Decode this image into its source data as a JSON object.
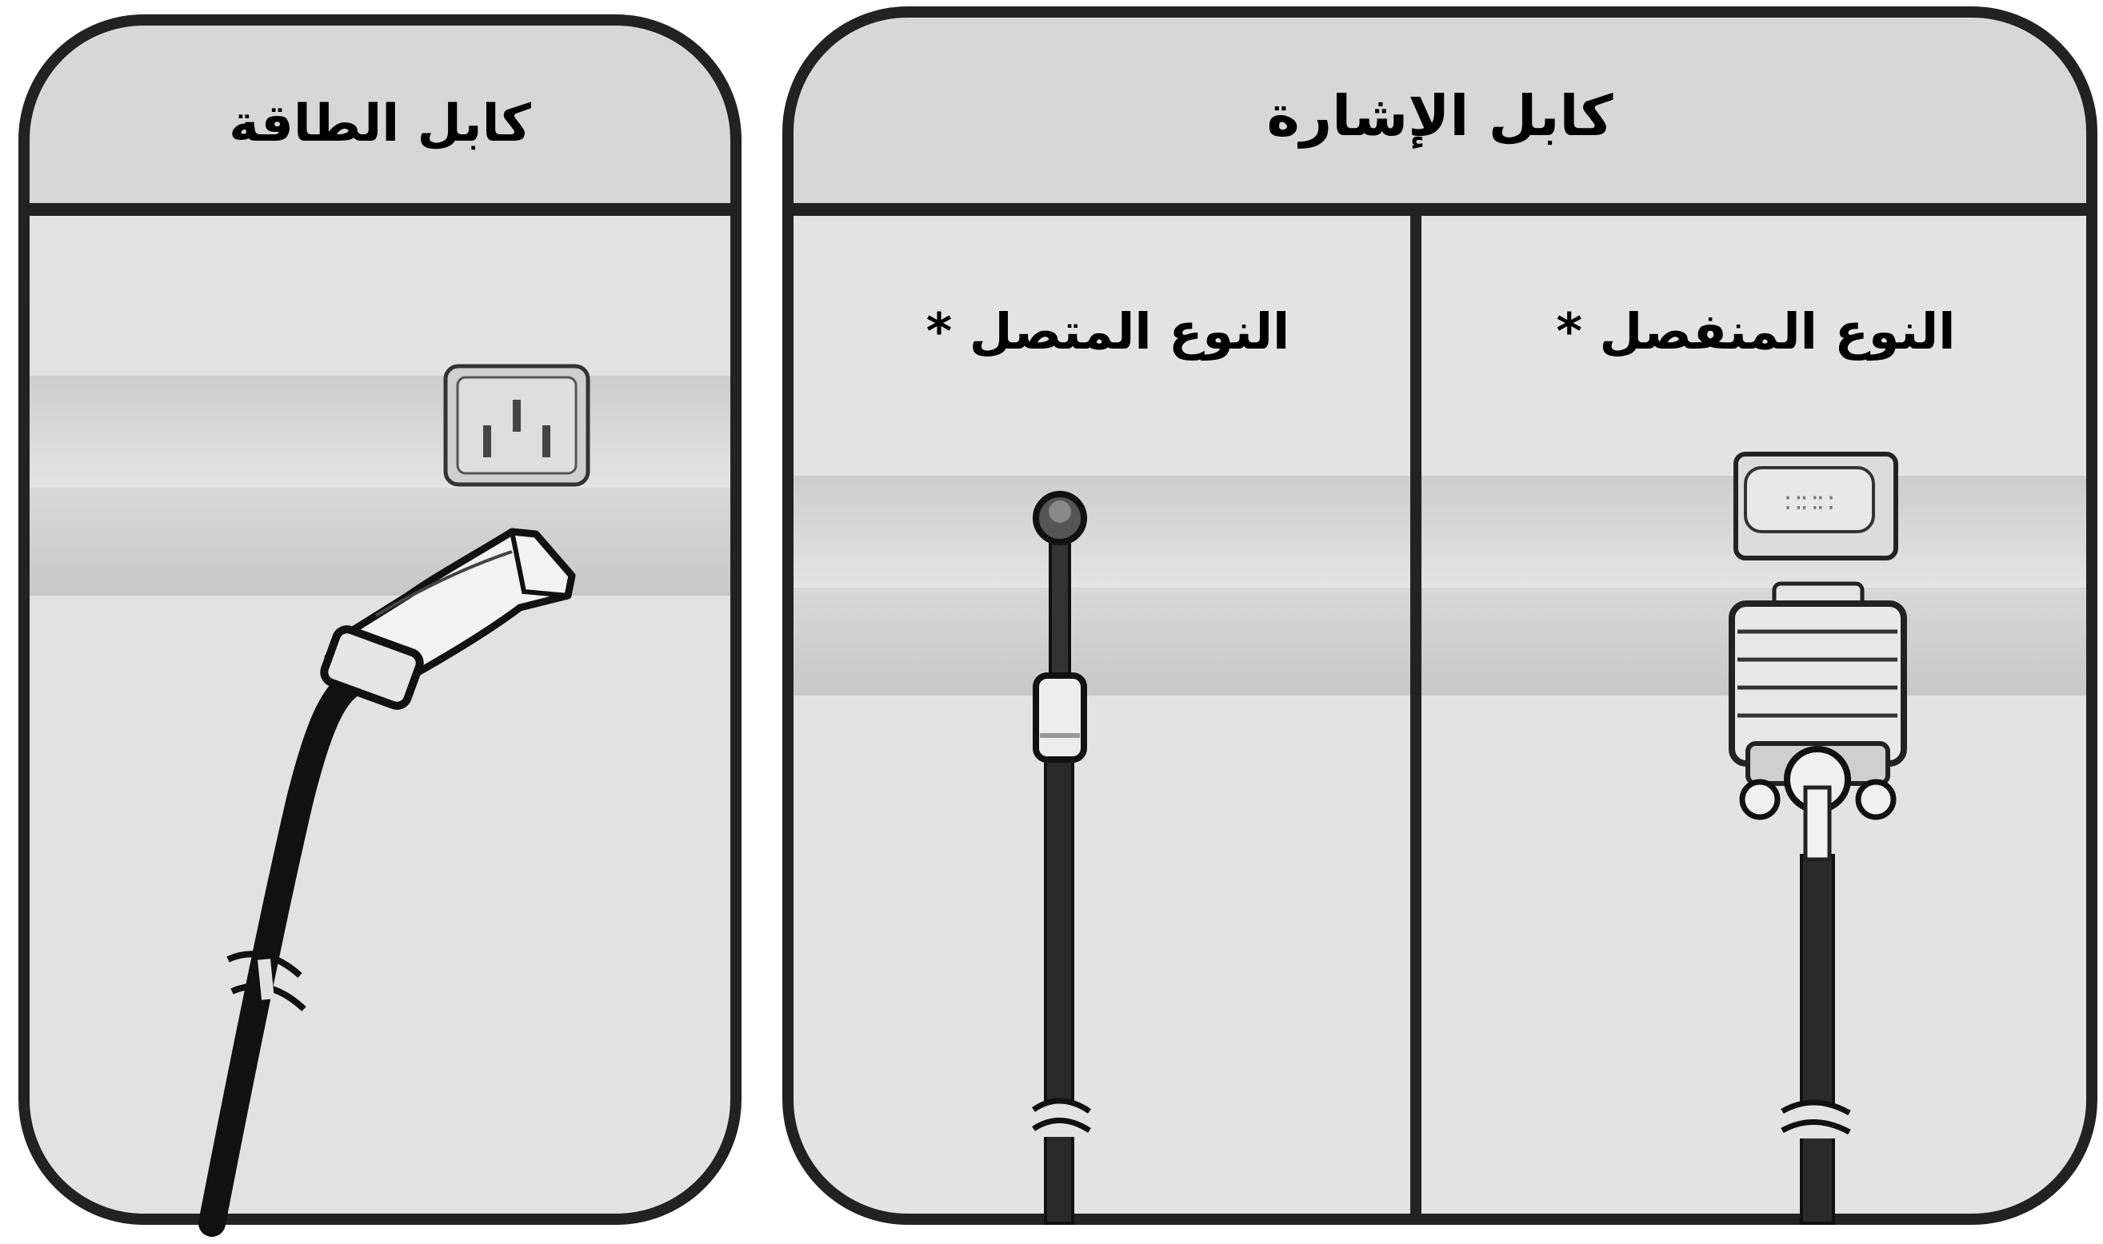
{
  "panels": {
    "power": {
      "title": "كابل الطاقة"
    },
    "signal": {
      "title": "كابل الإشارة",
      "columns": [
        {
          "id": "separate",
          "label": "النوع المنفصل *"
        },
        {
          "id": "attached",
          "label": "النوع المتصل *"
        }
      ]
    }
  },
  "colors": {
    "outline": "#222222",
    "panel_bg": "#e2e2e2",
    "header_bg": "#d6d6d6",
    "band_bg": "#cfcfcf",
    "cable": "#2a2a2a",
    "connector": "#eeeeee"
  }
}
